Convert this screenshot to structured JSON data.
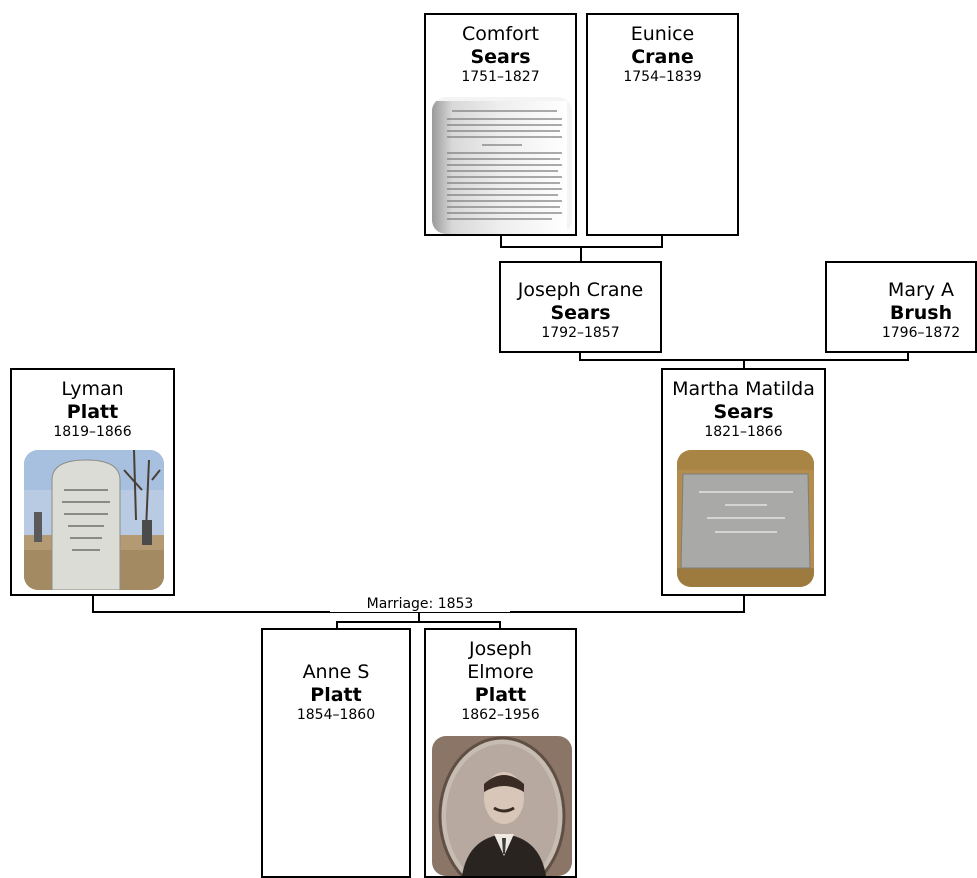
{
  "people": {
    "comfort": {
      "given": "Comfort",
      "surname": "Sears",
      "dates": "1751–1827"
    },
    "eunice": {
      "given": "Eunice",
      "surname": "Crane",
      "dates": "1754–1839"
    },
    "joseph_c": {
      "given": "Joseph Crane",
      "surname": "Sears",
      "dates": "1792–1857"
    },
    "mary": {
      "given": "Mary A",
      "surname": "Brush",
      "dates": "1796–1872"
    },
    "lyman": {
      "given": "Lyman",
      "surname": "Platt",
      "dates": "1819–1866"
    },
    "martha": {
      "given": "Martha Matilda",
      "surname": "Sears",
      "dates": "1821–1866"
    },
    "anne": {
      "given": "Anne S",
      "surname": "Platt",
      "dates": "1854–1860"
    },
    "joseph_e": {
      "given": "Joseph Elmore",
      "surname": "Platt",
      "dates": "1862–1956"
    }
  },
  "marriage_label": "Marriage: 1853"
}
